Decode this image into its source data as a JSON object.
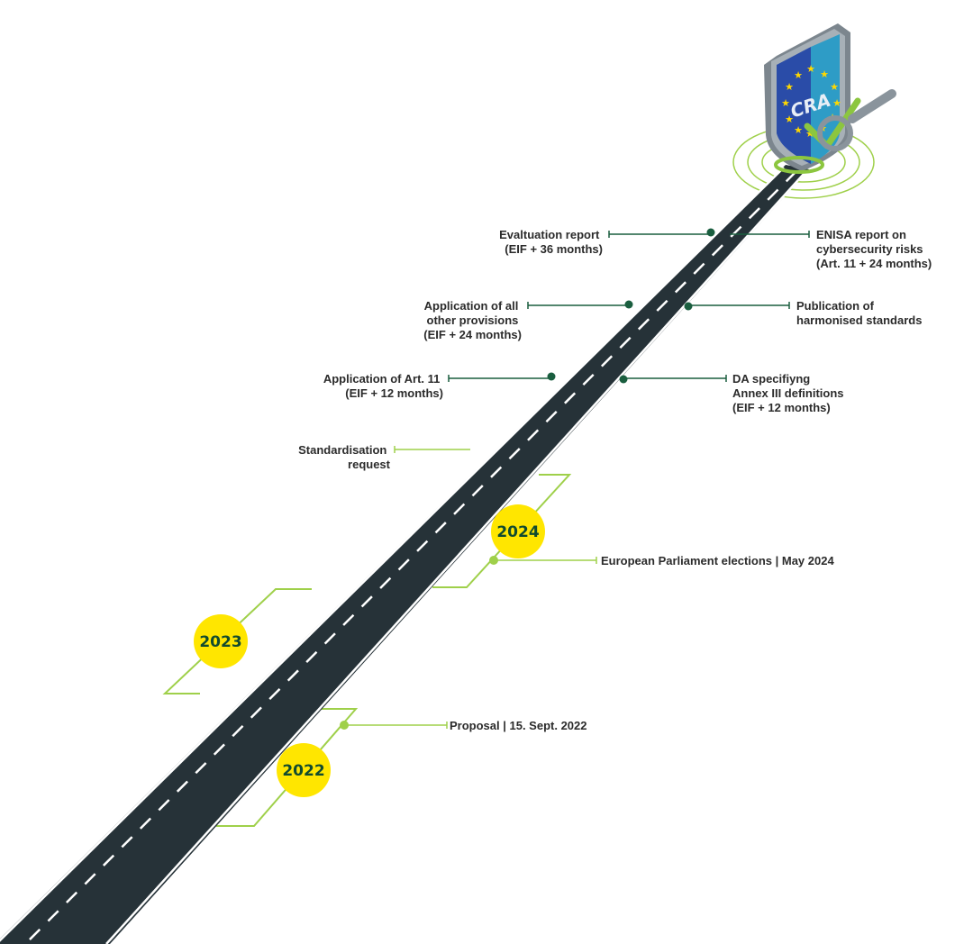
{
  "colors": {
    "road": "#263238",
    "road_edge": "#ffffff",
    "lane": "#ffffff",
    "connector_dark": "#1a5e3f",
    "connector_light": "#9fd04a",
    "year_badge": "#ffe600",
    "year_text": "#114b2f",
    "shield_left": "#2a4ca8",
    "shield_right": "#2e9cc6",
    "shield_frame": "#8a949c",
    "check": "#8cc63f",
    "stars": "#ffd800"
  },
  "shield": {
    "label": "CRA",
    "icon": "shield-icon"
  },
  "milestones": [
    {
      "id": "evaluation-report",
      "lines": [
        "Evaltuation report",
        "(EIF + 36 months)"
      ]
    },
    {
      "id": "enisa-report",
      "lines": [
        "ENISA report on",
        "cybersecurity risks",
        "(Art. 11 + 24 months)"
      ]
    },
    {
      "id": "application-all-provisions",
      "lines": [
        "Application of all",
        "other provisions",
        "(EIF + 24 months)"
      ]
    },
    {
      "id": "harmonised-standards",
      "lines": [
        "Publication of",
        "harmonised standards"
      ]
    },
    {
      "id": "application-art-11",
      "lines": [
        "Application of Art. 11",
        "(EIF + 12 months)"
      ]
    },
    {
      "id": "da-annex-iii",
      "lines": [
        "DA specifiyng",
        "Annex III definitions",
        "(EIF + 12 months)"
      ]
    },
    {
      "id": "standardisation-request",
      "lines": [
        "Standardisation",
        "request"
      ]
    },
    {
      "id": "ep-elections",
      "lines": [
        "European Parliament elections | May 2024"
      ]
    },
    {
      "id": "proposal",
      "lines": [
        "Proposal | 15. Sept. 2022"
      ]
    }
  ],
  "years": [
    {
      "id": "year-2024",
      "label": "2024"
    },
    {
      "id": "year-2023",
      "label": "2023"
    },
    {
      "id": "year-2022",
      "label": "2022"
    }
  ]
}
